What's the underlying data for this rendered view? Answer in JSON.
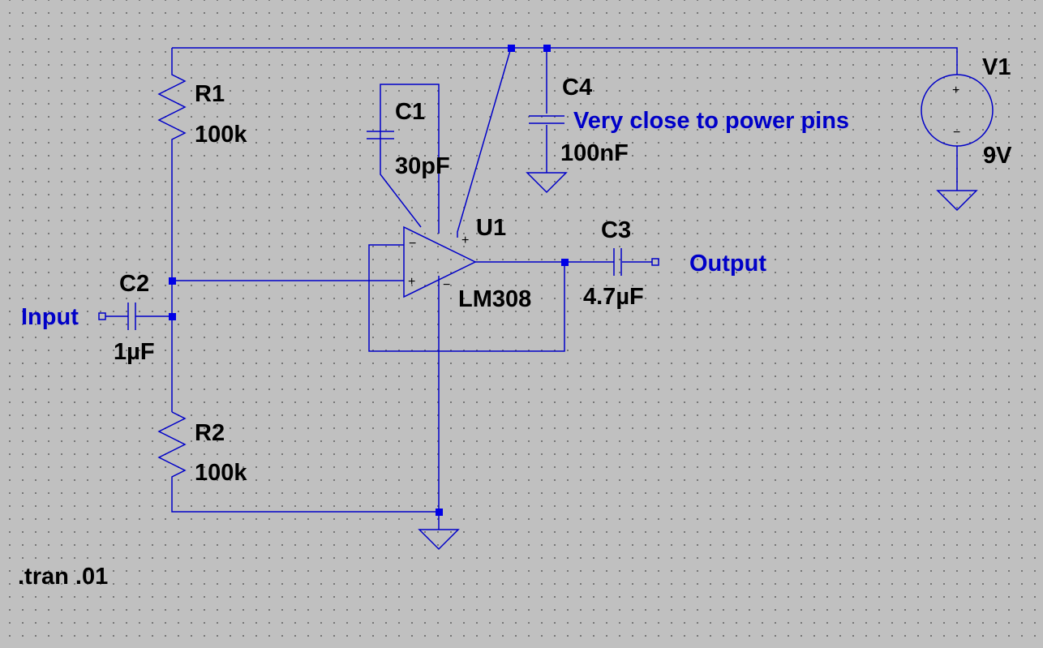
{
  "components": {
    "r1": {
      "ref": "R1",
      "value": "100k"
    },
    "r2": {
      "ref": "R2",
      "value": "100k"
    },
    "c1": {
      "ref": "C1",
      "value": "30pF"
    },
    "c2": {
      "ref": "C2",
      "value": "1µF"
    },
    "c3": {
      "ref": "C3",
      "value": "4.7µF"
    },
    "c4": {
      "ref": "C4",
      "value": "100nF"
    },
    "u1": {
      "ref": "U1",
      "value": "LM308"
    },
    "v1": {
      "ref": "V1",
      "value": "9V"
    }
  },
  "nets": {
    "input": "Input",
    "output": "Output"
  },
  "annotations": {
    "c4_note": "Very close to power pins"
  },
  "directives": {
    "tran": ".tran .01"
  },
  "pin_marks": {
    "plus": "+",
    "minus": "−"
  },
  "colors": {
    "background": "#c0c0c0",
    "wire": "#0000c8",
    "junction": "#0000e6",
    "label": "#000000",
    "net_label": "#0000c8"
  }
}
